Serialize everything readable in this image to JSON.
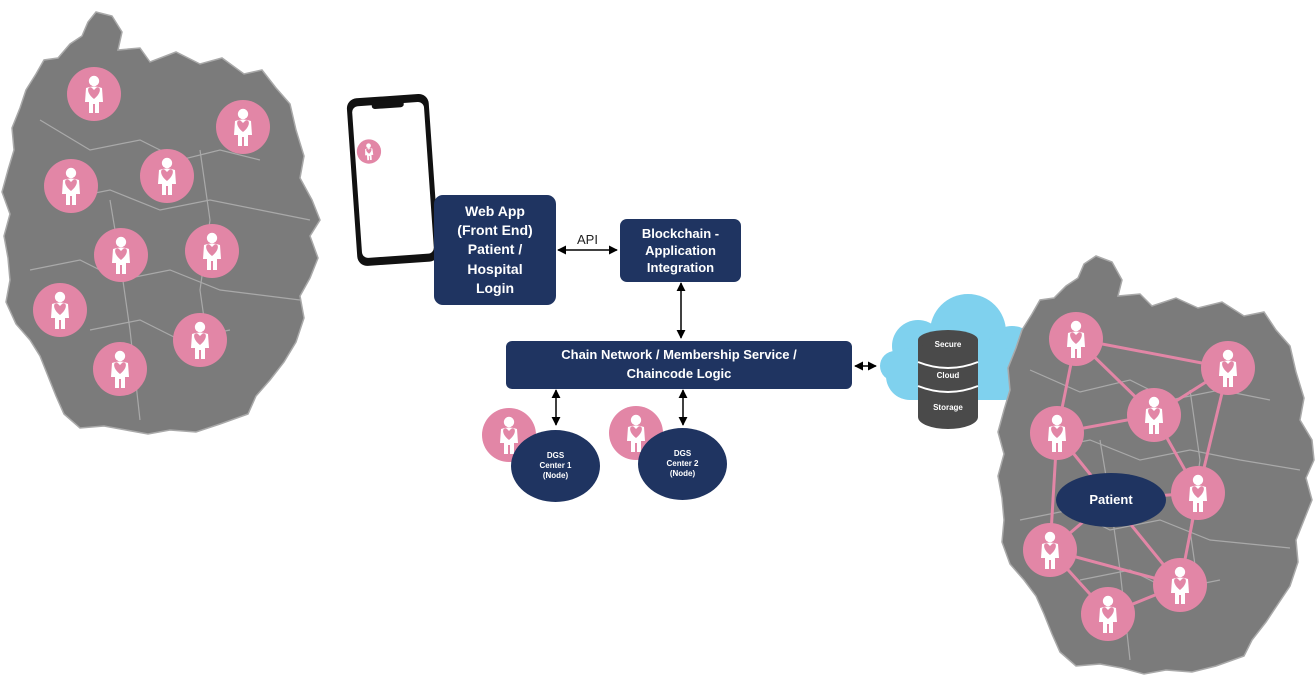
{
  "colors": {
    "map": "#7b7b7b",
    "map_border": "#a9a9a9",
    "pink": "#e286a6",
    "navy": "#1f3461",
    "cloud": "#7fd1ee",
    "db": "#4a4a4a"
  },
  "icons": {
    "patient_marker": "person-with-heart-icon",
    "phone": "smartphone-icon",
    "database": "database-icon",
    "cloud": "cloud-icon"
  },
  "web_app": {
    "line1": "Web App",
    "line2": "(Front End)",
    "line3": "Patient /",
    "line4": "Hospital",
    "line5": "Login"
  },
  "api_label": "API",
  "blockchain": {
    "line1": "Blockchain -",
    "line2": "Application",
    "line3": "Integration"
  },
  "chain_network": {
    "line1": "Chain Network / Membership Service /",
    "line2": "Chaincode Logic"
  },
  "node1": {
    "line1": "DGS",
    "line2": "Center 1",
    "line3": "(Node)"
  },
  "node2": {
    "line1": "DGS",
    "line2": "Center 2",
    "line3": "(Node)"
  },
  "storage": {
    "line1": "Secure",
    "line2": "Cloud",
    "line3": "Storage"
  },
  "patient_label": "Patient"
}
